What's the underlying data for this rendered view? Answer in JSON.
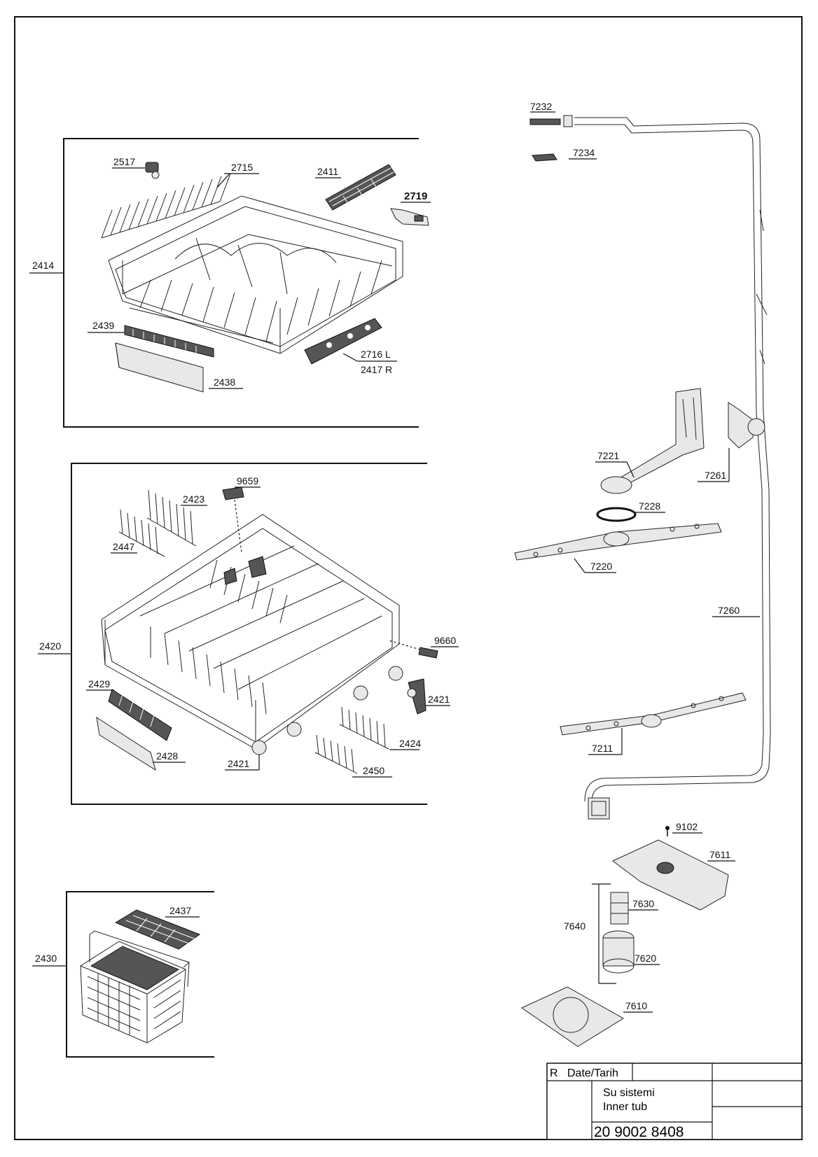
{
  "callouts": {
    "c7232": "7232",
    "c7234": "7234",
    "c2517": "2517",
    "c2715": "2715",
    "c2411": "2411",
    "c2719": "2719",
    "c2414": "2414",
    "c2439": "2439",
    "c2716": "2716 L",
    "c2417": "2417 R",
    "c2438": "2438",
    "c9659": "9659",
    "c2423": "2423",
    "c2447": "2447",
    "c2420": "2420",
    "c9660": "9660",
    "c2429": "2429",
    "c2421a": "2421",
    "c2421b": "2421",
    "c2424": "2424",
    "c2428": "2428",
    "c2450": "2450",
    "c2437": "2437",
    "c2430": "2430",
    "c7221": "7221",
    "c7261": "7261",
    "c7228": "7228",
    "c7220": "7220",
    "c7260": "7260",
    "c7211": "7211",
    "c9102": "9102",
    "c7611": "7611",
    "c7630": "7630",
    "c7640": "7640",
    "c7620": "7620",
    "c7610": "7610"
  },
  "title_block": {
    "rev": "R",
    "date_label": "Date/Tarih",
    "title_tr": "Su sistemi",
    "title_en": "Inner tub",
    "drawing_number": "20 9002 8408"
  }
}
